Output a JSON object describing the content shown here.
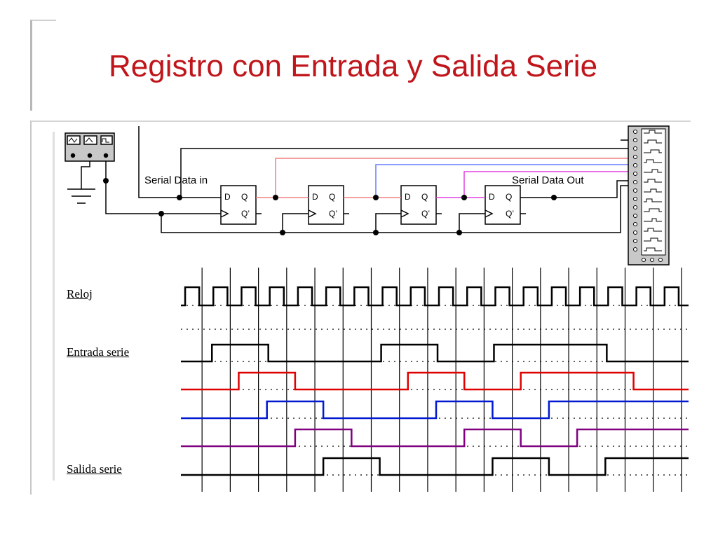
{
  "title": "Registro con Entrada y Salida Serie",
  "schematic": {
    "serial_in_label": "Serial Data in",
    "serial_out_label": "Serial Data Out",
    "flip_flops": [
      {
        "d": "D",
        "q": "Q",
        "qn": "Q’"
      },
      {
        "d": "D",
        "q": "Q",
        "qn": "Q’"
      },
      {
        "d": "D",
        "q": "Q",
        "qn": "Q’"
      },
      {
        "d": "D",
        "q": "Q",
        "qn": "Q’"
      }
    ],
    "wire_colors": {
      "ff1_out": "#f08080",
      "ff2_out": "#6a7cff",
      "ff3_out": "#e040e0",
      "default": "#000000"
    }
  },
  "timing": {
    "labels": {
      "clock": "Reloj",
      "serial_in": "Entrada serie",
      "serial_out": "Salida serie"
    },
    "colors": {
      "clock": "#000000",
      "serial_in": "#000000",
      "q1": "#e00000",
      "q2": "#0018d0",
      "q3": "#800080",
      "serial_out": "#000000"
    },
    "clock_periods": 18,
    "serial_in_bits": [
      0,
      0,
      1,
      1,
      0,
      0,
      0,
      0,
      1,
      1,
      0,
      0,
      1,
      1,
      1,
      1,
      0,
      0
    ],
    "q1_bits": [
      0,
      0,
      0,
      1,
      1,
      0,
      0,
      0,
      0,
      1,
      1,
      0,
      0,
      1,
      1,
      1,
      1,
      0
    ],
    "q2_bits": [
      0,
      0,
      0,
      0,
      1,
      1,
      0,
      0,
      0,
      0,
      1,
      1,
      0,
      0,
      1,
      1,
      1,
      1
    ],
    "q3_bits": [
      0,
      0,
      0,
      0,
      0,
      1,
      1,
      0,
      0,
      0,
      0,
      1,
      1,
      0,
      0,
      1,
      1,
      1
    ],
    "serial_out_bits": [
      0,
      0,
      0,
      0,
      0,
      0,
      1,
      1,
      0,
      0,
      0,
      0,
      1,
      1,
      0,
      0,
      1,
      1
    ]
  }
}
